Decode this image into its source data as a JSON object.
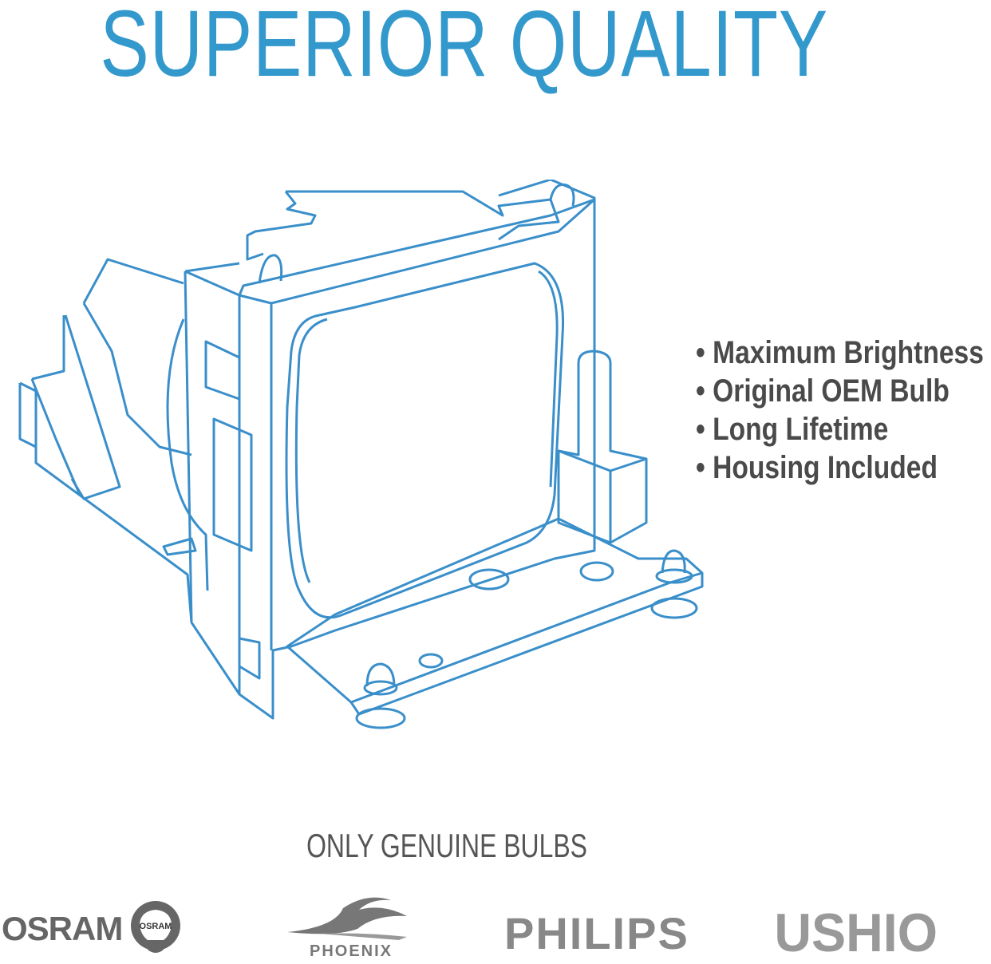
{
  "headline": "SUPERIOR QUALITY",
  "features": [
    "Maximum Brightness",
    "Original OEM Bulb",
    "Long Lifetime",
    "Housing Included"
  ],
  "genuine_label": "ONLY GENUINE BULBS",
  "brands": {
    "osram": "OSRAM",
    "osram_badge": "OSRAM",
    "phoenix": "PHOENIX",
    "philips": "PHILIPS",
    "ushio": "USHIO"
  },
  "colors": {
    "headline": "#3399cc",
    "line_art": "#3a8fca",
    "feature_text": "#4a4a4a"
  },
  "icons": [
    "projector-lamp-housing-illustration",
    "osram-bulb-logo",
    "phoenix-swoosh-logo"
  ]
}
